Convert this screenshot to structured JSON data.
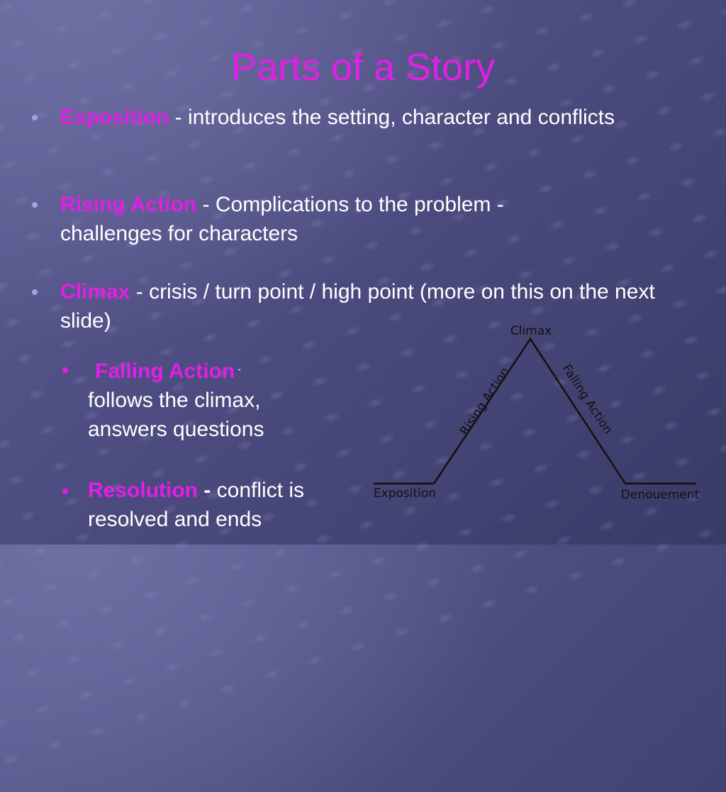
{
  "title": "Parts of a Story",
  "bullets": [
    {
      "term": "Exposition",
      "sep": " - ",
      "text": "introduces the setting, character and conflicts"
    },
    {
      "term": "Rising Action",
      "sep": " - ",
      "text": "Complications to the problem - challenges for characters"
    },
    {
      "term": "Climax",
      "sep": " - ",
      "text": "crisis / turn point / high point (more on this on the next slide)"
    },
    {
      "term": "Falling Action",
      "sep": " -",
      "text": "follows the climax, answers questions"
    },
    {
      "term": "Resolution",
      "sep": " - ",
      "text": "conflict is resolved and ends"
    }
  ],
  "diagram": {
    "labels": {
      "climax": "Climax",
      "rising": "Rising Action",
      "falling": "Falling Action",
      "exposition": "Exposition",
      "denouement": "Denouement"
    },
    "colors": {
      "line": "#111111",
      "term": "#e21fe6",
      "text": "#ffffff"
    }
  }
}
